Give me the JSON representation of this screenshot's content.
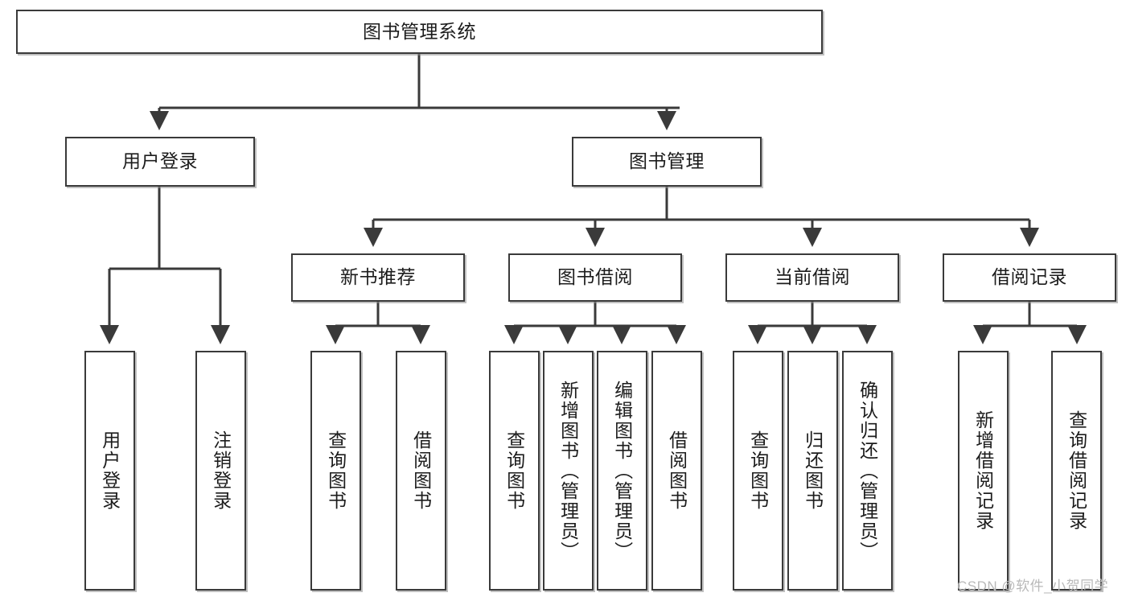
{
  "diagram": {
    "title_box": {
      "label": "图书管理系统"
    },
    "level2": [
      {
        "id": "user-login",
        "label": "用户登录"
      },
      {
        "id": "book-manage",
        "label": "图书管理"
      }
    ],
    "level3": [
      {
        "id": "new-book-recommend",
        "label": "新书推荐"
      },
      {
        "id": "book-borrow",
        "label": "图书借阅"
      },
      {
        "id": "current-borrow",
        "label": "当前借阅"
      },
      {
        "id": "borrow-record",
        "label": "借阅记录"
      }
    ],
    "leaves": {
      "user_login": [
        {
          "id": "leaf-user-login",
          "label": "用户登录"
        },
        {
          "id": "leaf-logout-login",
          "label": "注销登录"
        }
      ],
      "new_book_recommend": [
        {
          "id": "leaf-query-book-1",
          "label": "查询图书"
        },
        {
          "id": "leaf-borrow-book-1",
          "label": "借阅图书"
        }
      ],
      "book_borrow": [
        {
          "id": "leaf-query-book-2",
          "label": "查询图书"
        },
        {
          "id": "leaf-add-book",
          "label": "新增图书（管理员）"
        },
        {
          "id": "leaf-edit-book",
          "label": "编辑图书（管理员）"
        },
        {
          "id": "leaf-borrow-book-2",
          "label": "借阅图书"
        }
      ],
      "current_borrow": [
        {
          "id": "leaf-query-book-3",
          "label": "查询图书"
        },
        {
          "id": "leaf-return-book",
          "label": "归还图书"
        },
        {
          "id": "leaf-confirm-return",
          "label": "确认归还（管理员）"
        }
      ],
      "borrow_record": [
        {
          "id": "leaf-add-record",
          "label": "新增借阅记录"
        },
        {
          "id": "leaf-query-record",
          "label": "查询借阅记录"
        }
      ]
    }
  },
  "watermark": {
    "text": "CSDN @软件_小贺同学"
  },
  "colors": {
    "box_border": "#3a3a3a",
    "box_fill": "#ffffff",
    "line": "#3a3a3a",
    "text": "#1c1c1c",
    "watermark": "#b9b9b9"
  }
}
